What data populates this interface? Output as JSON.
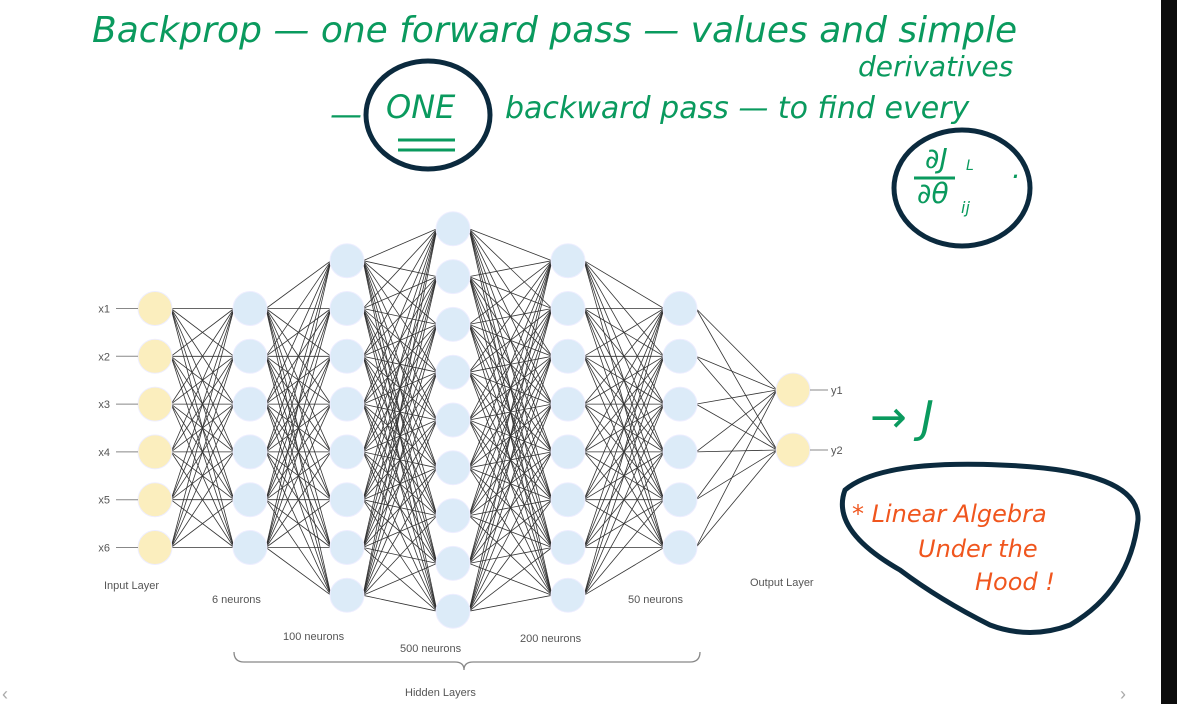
{
  "annotations": {
    "line1": "Backprop — one forward pass — values and simple",
    "line1b": "derivatives",
    "line2_dash": "—",
    "line2_one": "ONE",
    "line2_rest": "backward pass — to find every",
    "partial_num": "∂J",
    "partial_den": "∂θ",
    "partial_sub": "ij",
    "partial_sup": "L",
    "partial_dot": ".",
    "arrow_target": "→ J",
    "note_line1": "* Linear Algebra",
    "note_line2": "Under the",
    "note_line3": "Hood !"
  },
  "diagram": {
    "inputs": [
      "x1",
      "x2",
      "x3",
      "x4",
      "x5",
      "x6"
    ],
    "outputs": [
      "y1",
      "y2"
    ],
    "layer_sizes_drawn": [
      6,
      6,
      8,
      9,
      8,
      6,
      2
    ],
    "input_label": "Input Layer",
    "output_label": "Output Layer",
    "hidden_labels": [
      "6 neurons",
      "100 neurons",
      "500 neurons",
      "200 neurons",
      "50 neurons"
    ],
    "hidden_group_label": "Hidden Layers"
  },
  "nav": {
    "prev": "‹",
    "next": "›",
    "page": "· · · · ·"
  },
  "colors": {
    "green": "#0a9a5e",
    "navy": "#0b2a3e",
    "orange": "#f0561e",
    "input_node": "#fbeebe",
    "hidden_node": "#dcebf8"
  }
}
